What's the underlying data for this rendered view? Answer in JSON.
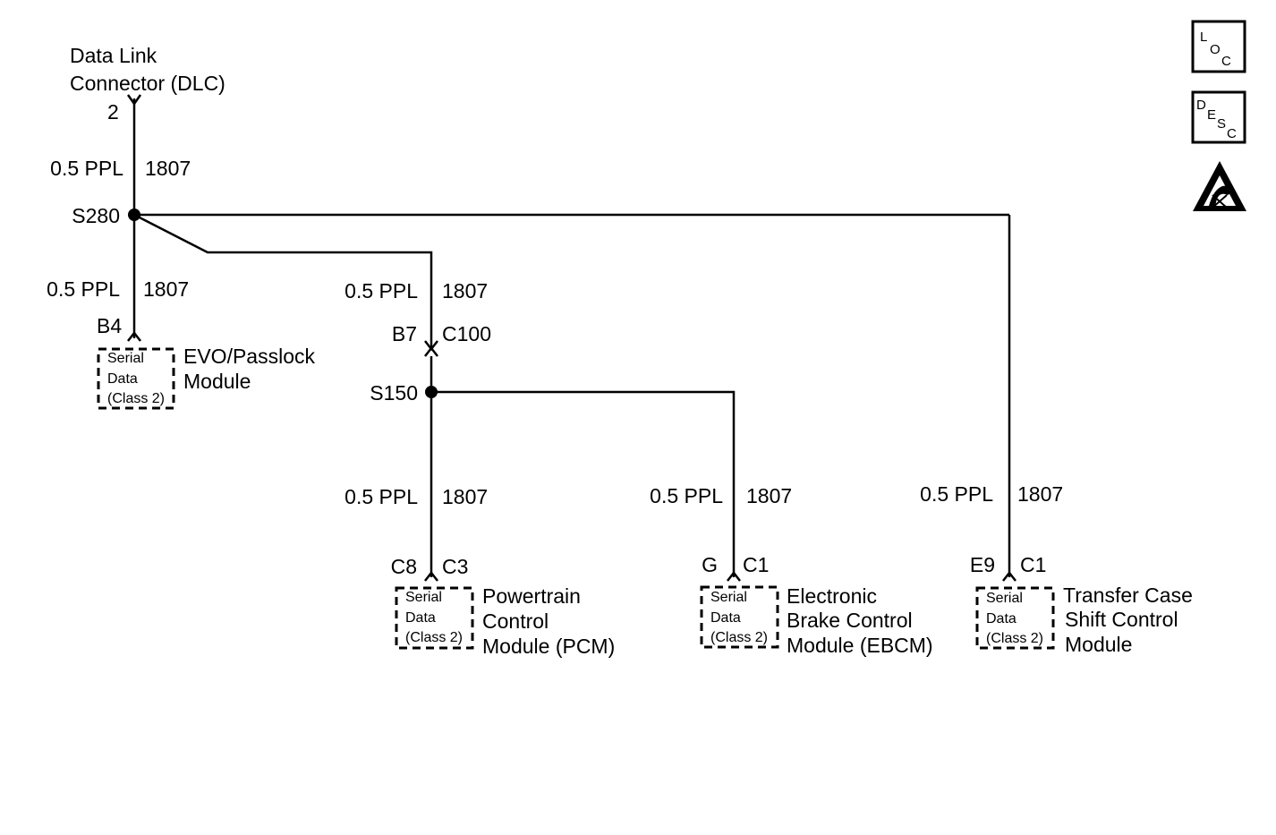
{
  "dlc": {
    "line1": "Data Link",
    "line2": "Connector (DLC)",
    "pin": "2"
  },
  "wire_label": {
    "gauge": "0.5 PPL",
    "circuit": "1807"
  },
  "splices": {
    "s280": "S280",
    "s150": "S150"
  },
  "connector_c100": {
    "pin": "B7",
    "name": "C100"
  },
  "serial_box": {
    "line1": "Serial",
    "line2": "Data",
    "line3": "(Class 2)"
  },
  "modules": {
    "evo": {
      "pin": "B4",
      "line1": "EVO/Passlock",
      "line2": "Module"
    },
    "pcm": {
      "pin": "C8",
      "connector": "C3",
      "line1": "Powertrain",
      "line2": "Control",
      "line3": "Module (PCM)"
    },
    "ebcm": {
      "pin": "G",
      "connector": "C1",
      "line1": "Electronic",
      "line2": "Brake Control",
      "line3": "Module (EBCM)"
    },
    "tcscm": {
      "pin": "E9",
      "connector": "C1",
      "line1": "Transfer Case",
      "line2": "Shift Control",
      "line3": "Module"
    }
  },
  "icons": {
    "loc": {
      "a": "L",
      "b": "O",
      "c": "C"
    },
    "desc": {
      "a": "D",
      "b": "E",
      "c": "S",
      "d": "C"
    },
    "esd": "esd-warning-icon"
  }
}
